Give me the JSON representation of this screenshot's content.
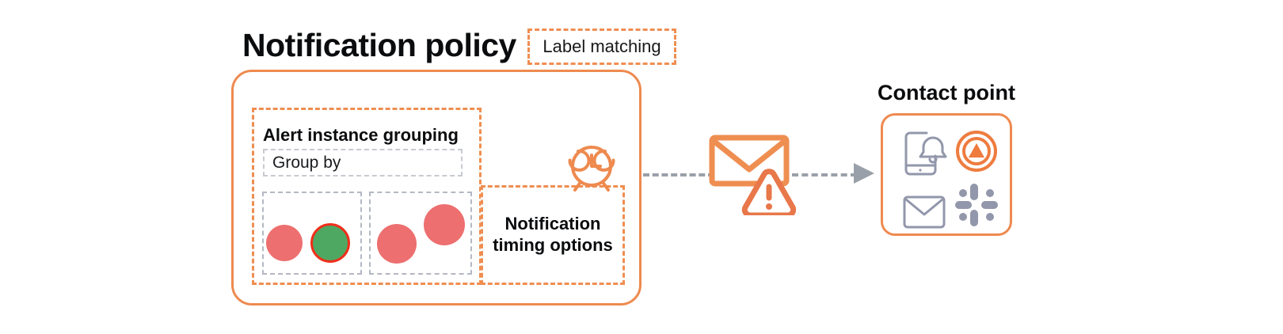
{
  "diagram": {
    "title": "Grafana alerting notification flow",
    "colors": {
      "orange": "#ee8a4f",
      "orange_dash": "#ef8e51",
      "gray_dash": "#b4b8c4",
      "gray_arrow": "#9aa0a9",
      "red_dot": "#ed6f6f",
      "green_dot": "#4fa862",
      "green_dot_ring": "#f02e1a",
      "slack_purple": "#9297ab",
      "icon_gray": "#9297ab",
      "text": "#0b0c0e"
    }
  },
  "policy": {
    "title": "Notification policy",
    "label_matching": "Label matching",
    "grouping": {
      "title": "Alert instance grouping",
      "group_by_placeholder": "Group by",
      "group_by_value": "",
      "instance_groups": [
        {
          "name": "instance-group-1",
          "dots": [
            {
              "state": "firing",
              "color": "#ed6f6f"
            },
            {
              "state": "resolved",
              "color": "#4fa862"
            }
          ]
        },
        {
          "name": "instance-group-2",
          "dots": [
            {
              "state": "firing",
              "color": "#ed6f6f"
            },
            {
              "state": "firing",
              "color": "#ed6f6f"
            }
          ]
        }
      ]
    },
    "timing": {
      "label": "Notification timing options",
      "icon": "alarm-clock-icon"
    }
  },
  "flow": {
    "notification_icon": "mail-alert-icon",
    "arrow": "arrow-right-icon"
  },
  "contact_point": {
    "title": "Contact point",
    "integrations": [
      {
        "name": "mobile-push-icon",
        "label": "Mobile push"
      },
      {
        "name": "grafana-oncall-icon",
        "label": "Grafana OnCall"
      },
      {
        "name": "email-icon",
        "label": "Email"
      },
      {
        "name": "slack-icon",
        "label": "Slack"
      }
    ]
  }
}
